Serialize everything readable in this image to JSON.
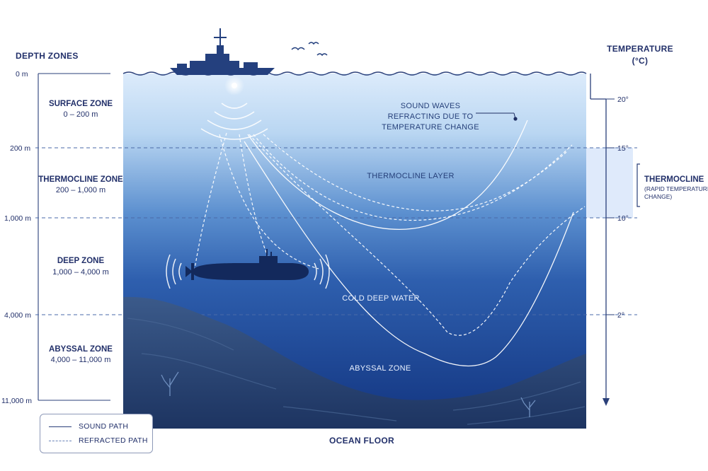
{
  "headers": {
    "depth_zones": "DEPTH ZONES",
    "temperature_line1": "TEMPERATURE",
    "temperature_line2": "(°C)",
    "ocean_floor": "OCEAN FLOOR"
  },
  "depth_labels": [
    "0 m",
    "200 m",
    "1,000 m",
    "4,000 m",
    "11,000 m"
  ],
  "zones": [
    {
      "name": "SURFACE ZONE",
      "range": "0 – 200 m"
    },
    {
      "name": "THERMOCLINE ZONE",
      "range": "200 – 1,000 m"
    },
    {
      "name": "DEEP ZONE",
      "range": "1,000 – 4,000 m"
    },
    {
      "name": "ABYSSAL ZONE",
      "range": "4,000 – 11,000 m"
    }
  ],
  "temperature_labels": [
    "20°",
    "15°",
    "10°",
    "2°"
  ],
  "thermocline_note": {
    "title": "THERMOCLINE",
    "line1": "(RAPID TEMPERATURE",
    "line2": "CHANGE)"
  },
  "annotations": {
    "refraction_line1": "SOUND WAVES",
    "refraction_line2": "REFRACTING DUE TO",
    "refraction_line3": "TEMPERATURE CHANGE",
    "thermocline_layer": "THERMOCLINE LAYER",
    "cold_deep_water": "COLD DEEP WATER",
    "abyssal_zone": "ABYSSAL ZONE"
  },
  "legend": {
    "sound_path": "SOUND PATH",
    "refracted_path": "REFRACTED PATH"
  },
  "colors": {
    "surface_water": "#dcebfb",
    "deep_water": "#163a86",
    "ink": "#22306a",
    "vessel": "#24407e",
    "seafloor": "#2c4877"
  },
  "icons": [
    "ship-icon",
    "submarine-icon",
    "birds-icon",
    "coral-icon"
  ]
}
